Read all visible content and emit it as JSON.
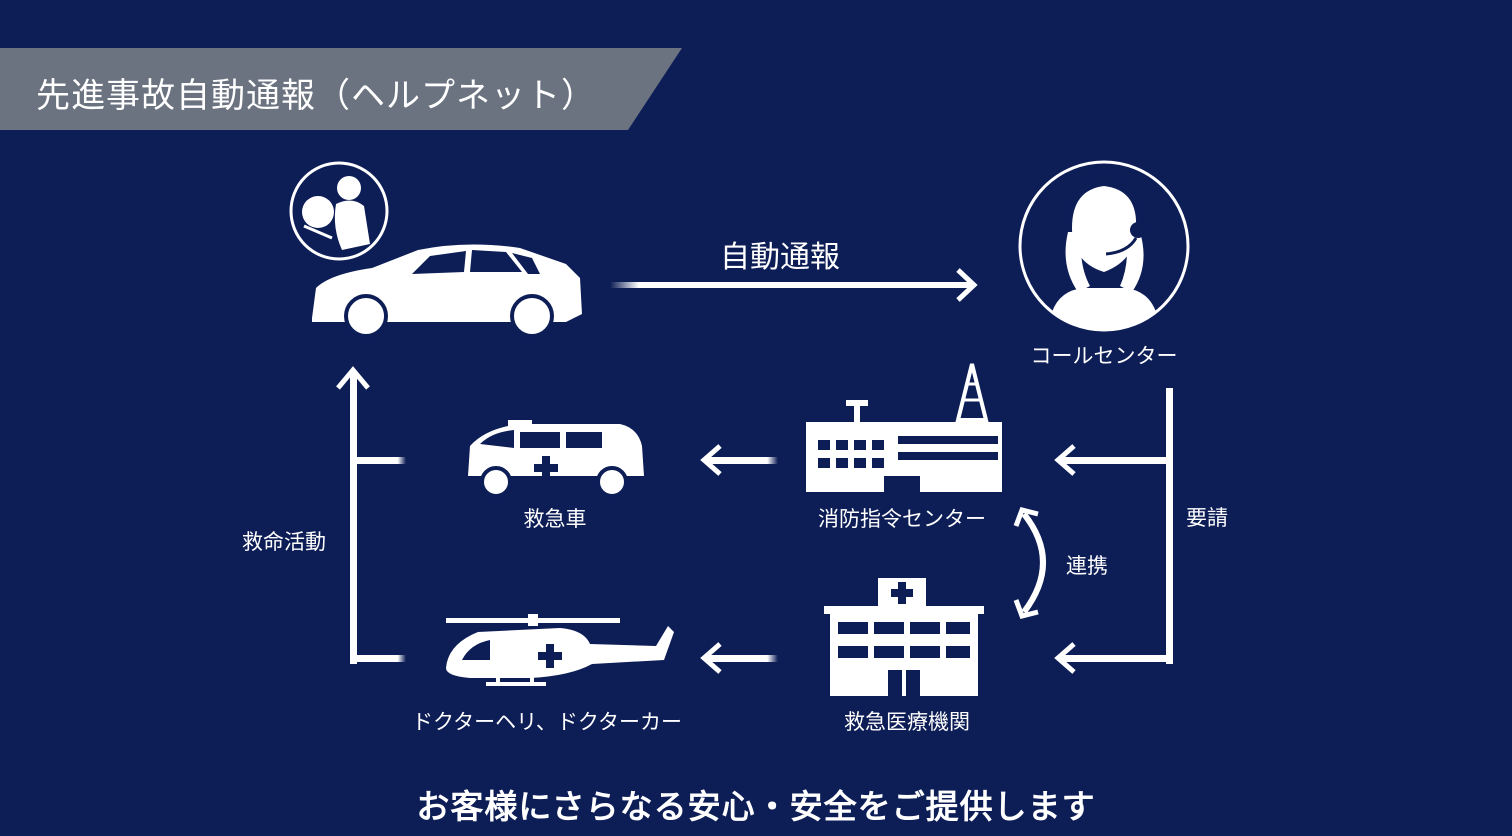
{
  "title": "先進事故自動通報（ヘルプネット）",
  "labels": {
    "auto_report": "自動通報",
    "call_center": "コールセンター",
    "request": "要請",
    "ambulance": "救急車",
    "fire_center": "消防指令センター",
    "cooperation": "連携",
    "hospital": "救急医療機関",
    "helicopter": "ドクターヘリ、ドクターカー",
    "rescue": "救命活動"
  },
  "footer": "お客様にさらなる安心・安全をご提供します",
  "colors": {
    "background": "#0d1d56",
    "banner": "#6b7280",
    "foreground": "#ffffff"
  },
  "icons": [
    "airbag-icon",
    "car-icon",
    "operator-icon",
    "fire-station-icon",
    "ambulance-icon",
    "hospital-icon",
    "helicopter-icon"
  ]
}
